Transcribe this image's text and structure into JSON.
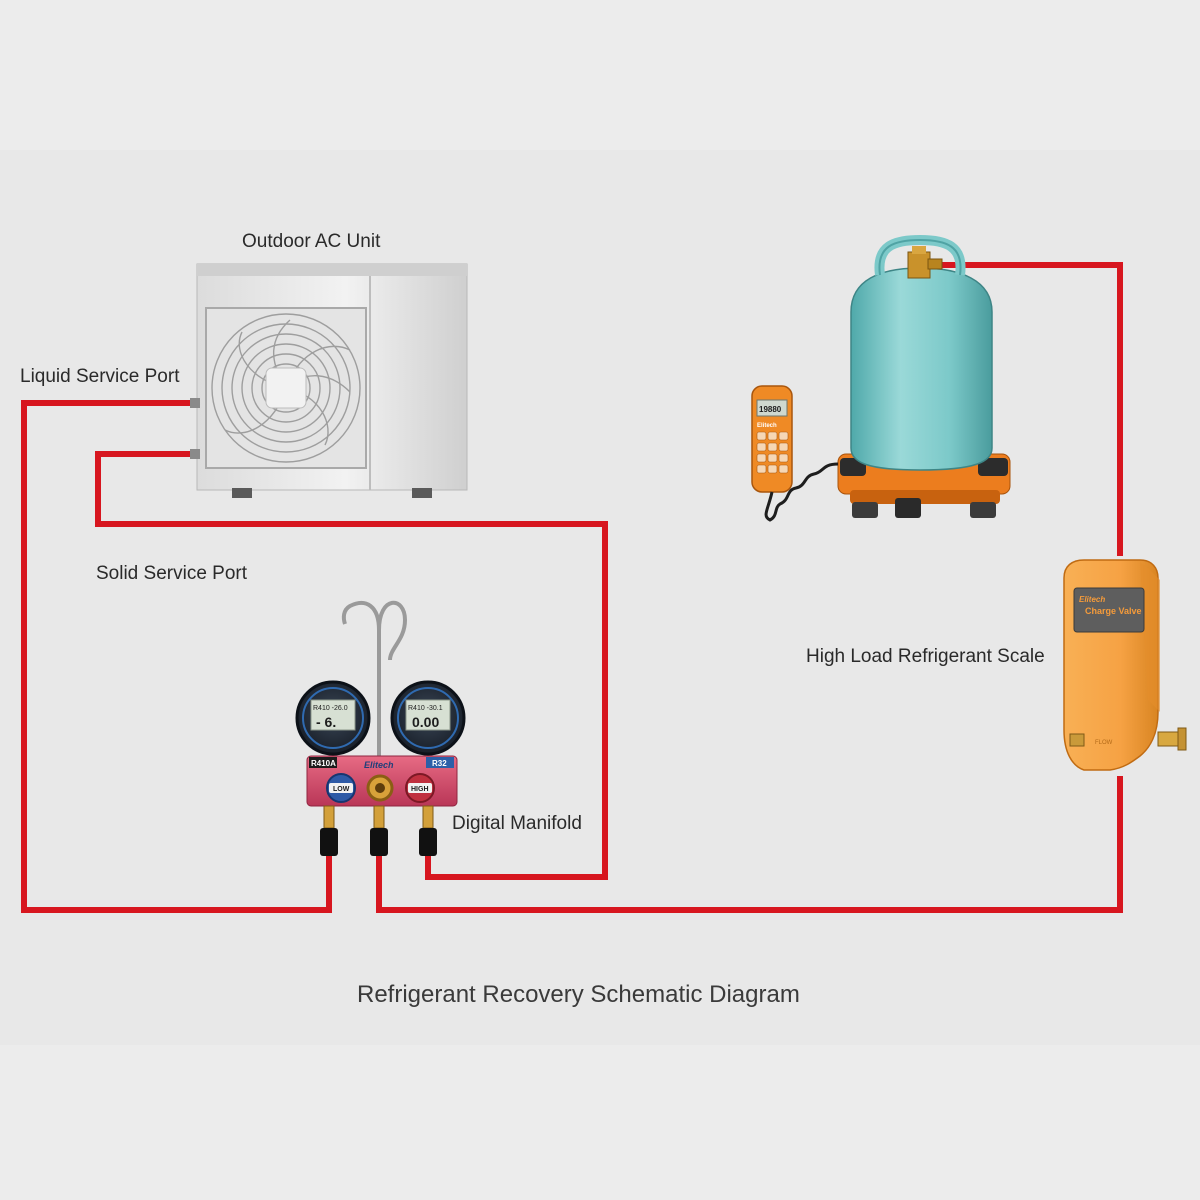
{
  "labels": {
    "outdoor_unit": "Outdoor AC Unit",
    "liquid_port": "Liquid Service Port",
    "solid_port": "Solid Service Port",
    "digital_manifold": "Digital Manifold",
    "scale": "High Load Refrigerant Scale"
  },
  "caption": "Refrigerant Recovery Schematic Diagram",
  "manifold": {
    "brand": "Elitech",
    "left_refrigerant": "R410A",
    "right_refrigerant": "R32",
    "low_label": "LOW",
    "high_label": "HIGH",
    "left_display_top": "R410 -26.0",
    "left_display_value": "- 6.",
    "right_display_top": "R410 -30.1",
    "right_display_value": "0.00"
  },
  "scale_remote": {
    "display": "19880",
    "brand": "Elitech"
  },
  "charge_valve": {
    "brand": "Elitech",
    "name": "Charge Valve",
    "flow_label": "FLOW"
  },
  "colors": {
    "hose": "#d7161f",
    "background": "#ececec",
    "band": "#e8e8e8",
    "cylinder": "#7cc9c9",
    "scale_orange": "#ec7d1e",
    "valve_orange": "#f6a244",
    "manifold_red": "#d84a67"
  }
}
